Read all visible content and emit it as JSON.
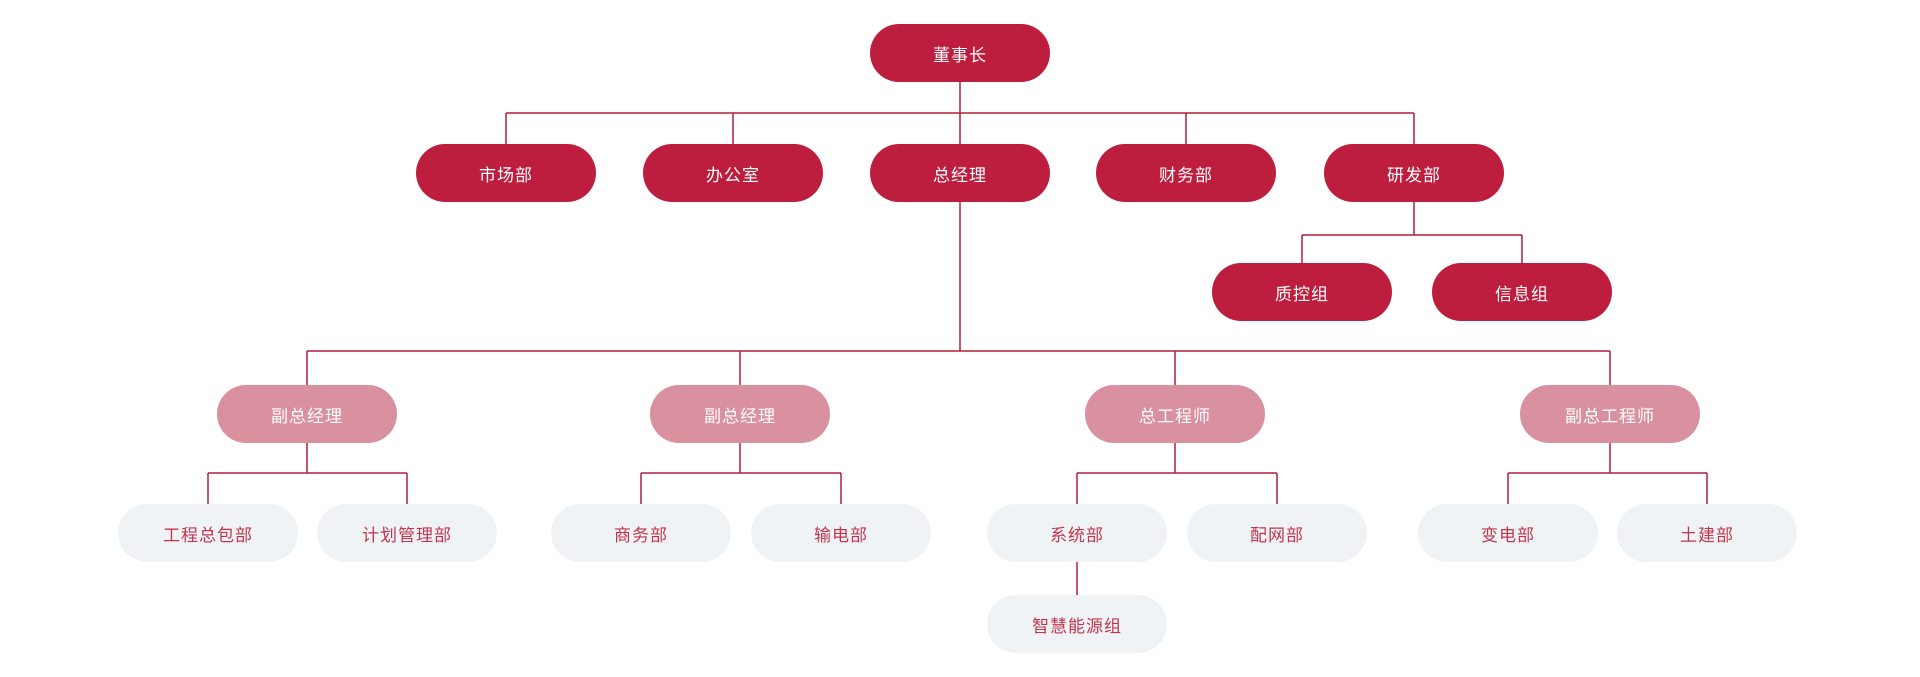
{
  "colors": {
    "page_bg": "#ffffff",
    "primary_pill": "#bd1e3e",
    "secondary_pill": "#d9909f",
    "light_pill_bg": "#eff3f6",
    "light_pill_text": "#c2354d",
    "pill_text": "#ffffff",
    "connector": "#b41f3c"
  },
  "tree": {
    "label": "董事长",
    "children": [
      {
        "label": "市场部"
      },
      {
        "label": "办公室"
      },
      {
        "label": "总经理",
        "children": [
          {
            "label": "副总经理",
            "children": [
              {
                "label": "工程总包部"
              },
              {
                "label": "计划管理部"
              }
            ]
          },
          {
            "label": "副总经理",
            "children": [
              {
                "label": "商务部"
              },
              {
                "label": "输电部"
              }
            ]
          },
          {
            "label": "总工程师",
            "children": [
              {
                "label": "系统部",
                "children": [
                  {
                    "label": "智慧能源组"
                  }
                ]
              },
              {
                "label": "配网部"
              }
            ]
          },
          {
            "label": "副总工程师",
            "children": [
              {
                "label": "变电部"
              },
              {
                "label": "土建部"
              }
            ]
          }
        ]
      },
      {
        "label": "财务部"
      },
      {
        "label": "研发部",
        "children": [
          {
            "label": "质控组"
          },
          {
            "label": "信息组"
          }
        ]
      }
    ]
  }
}
